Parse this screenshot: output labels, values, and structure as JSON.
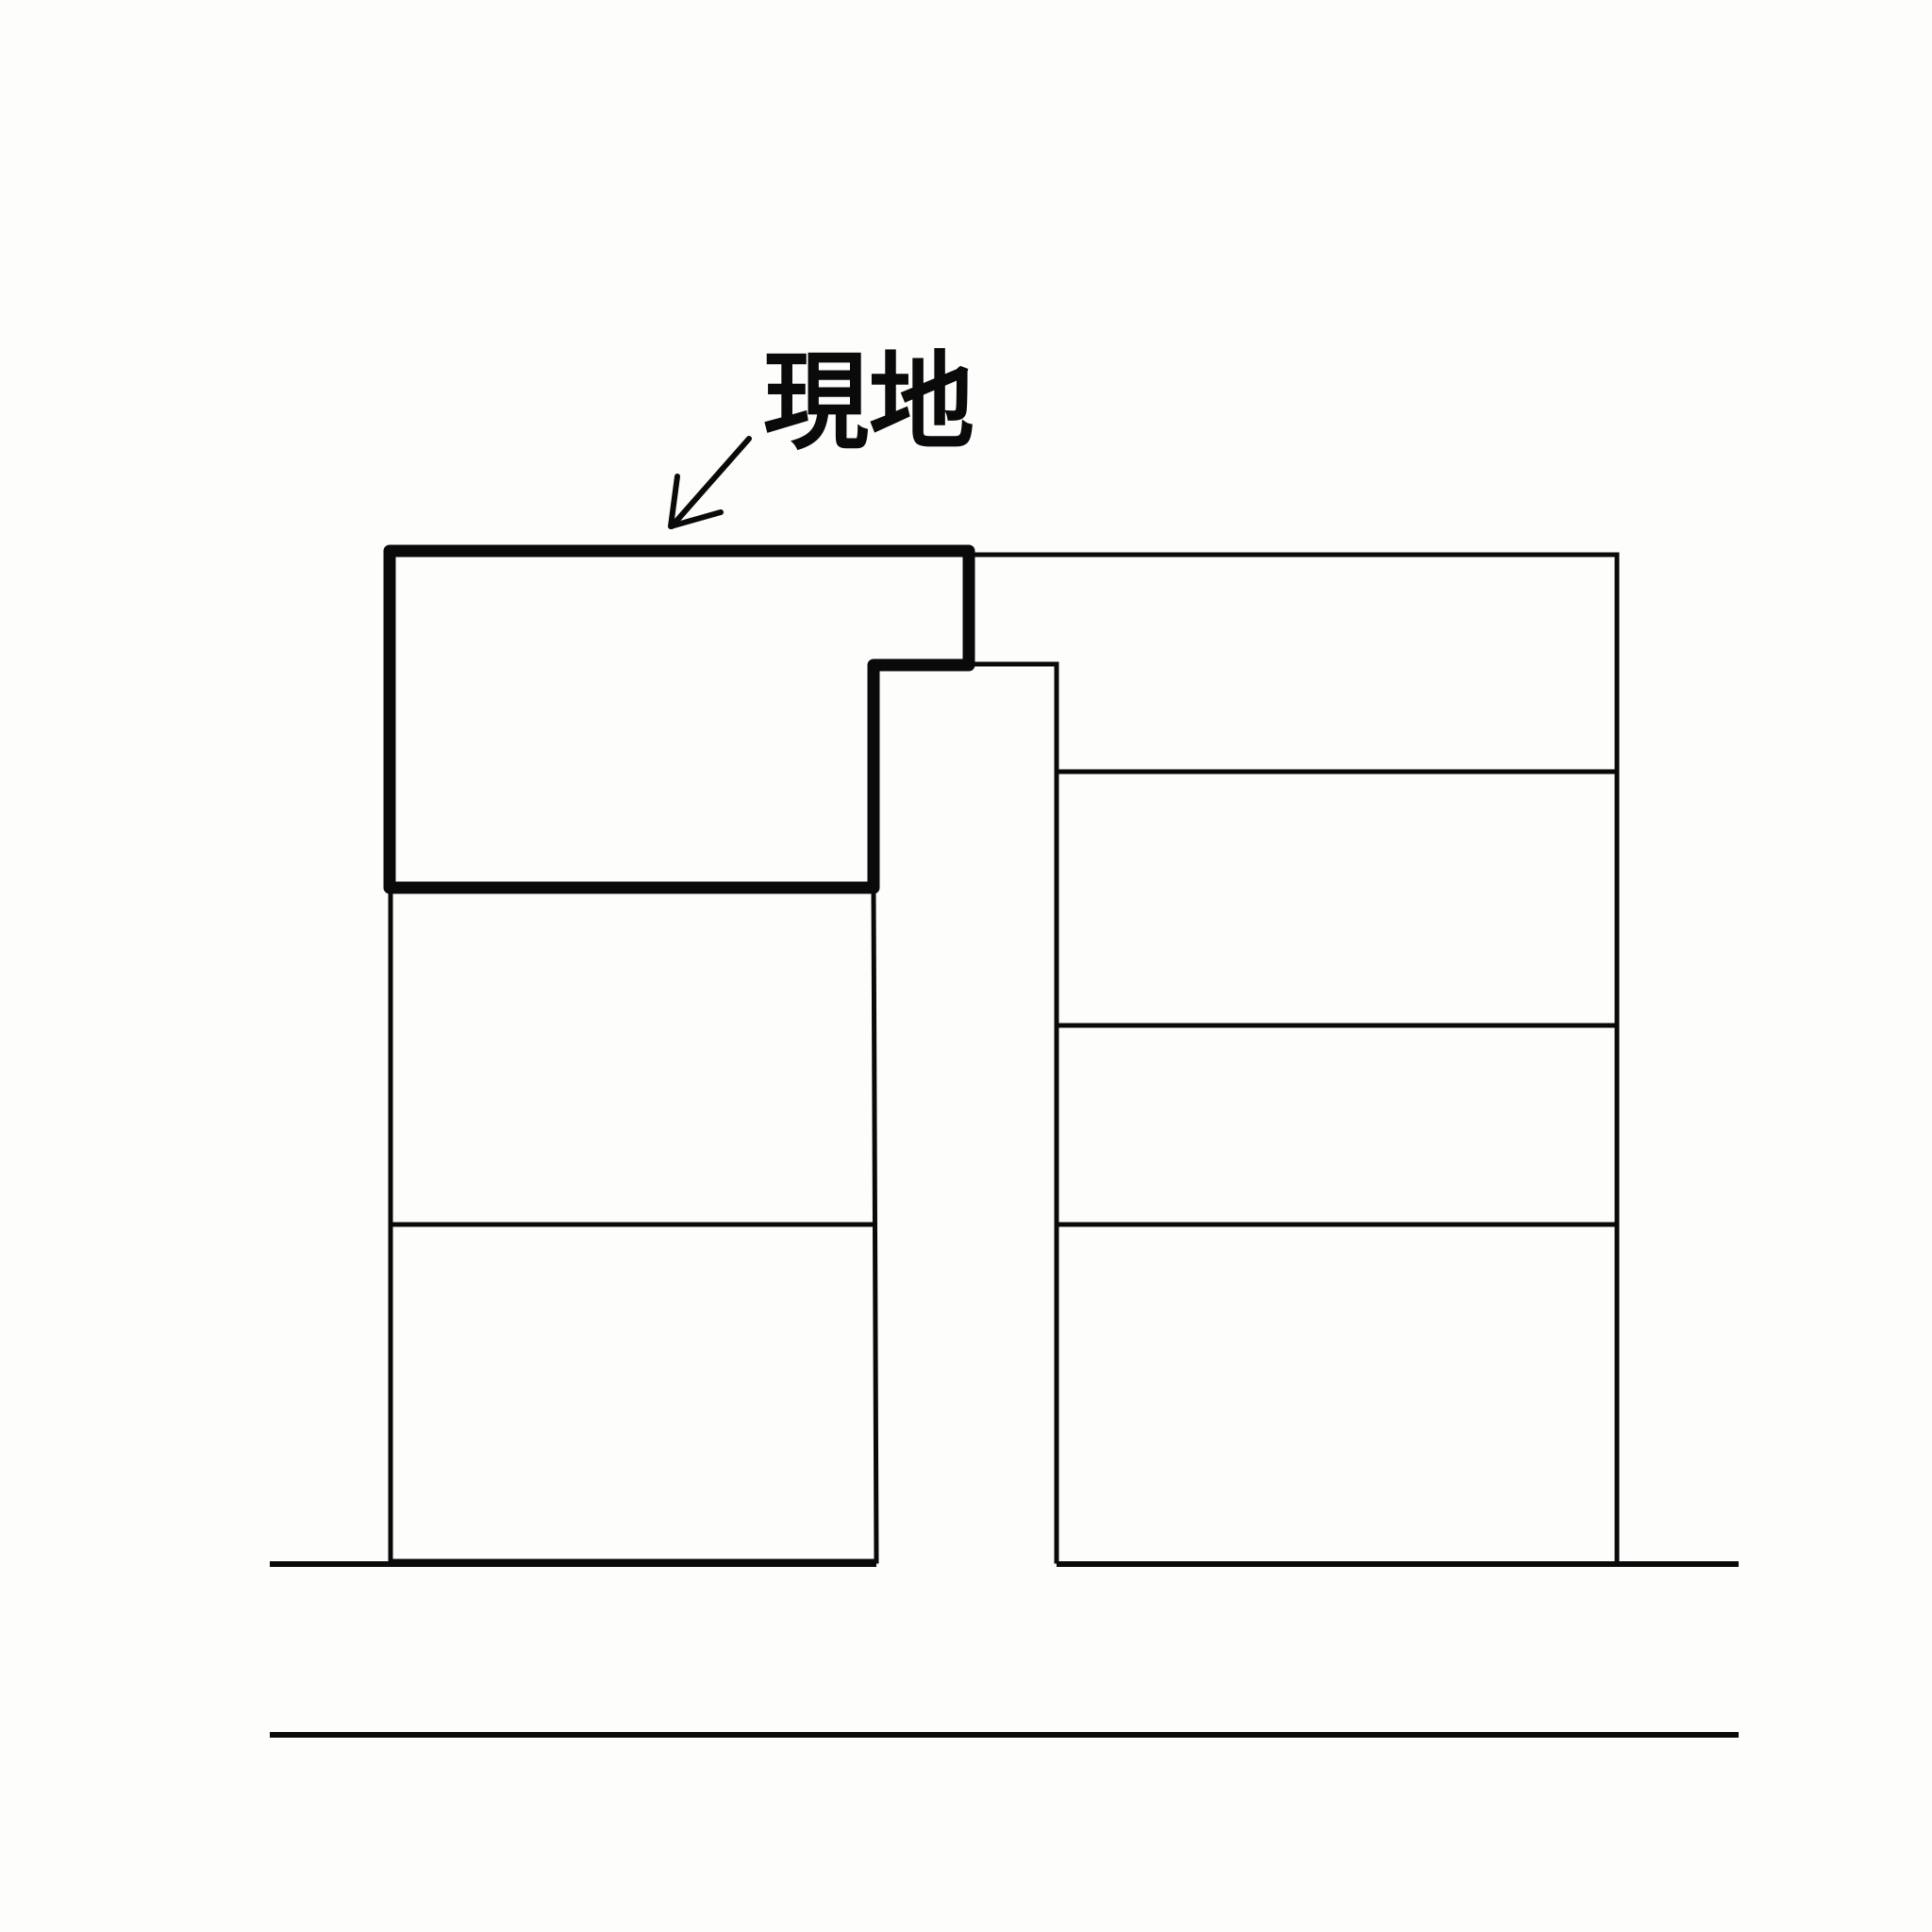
{
  "map": {
    "site_label": "現地",
    "colors": {
      "background": "#fdfdfb",
      "line": "#0a0a0a"
    },
    "features": {
      "site_lot": "highlighted-parcel",
      "roads": [
        "road-edge-top",
        "road-edge-bottom"
      ],
      "arrow": "pointer-arrow-icon"
    }
  }
}
